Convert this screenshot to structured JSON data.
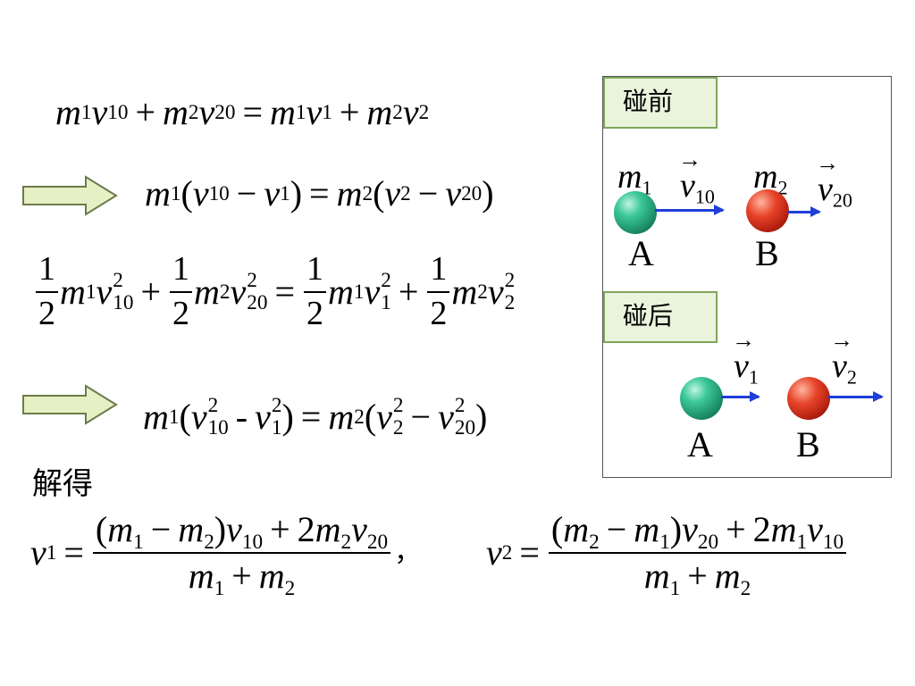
{
  "panel": {
    "before_label": "碰前",
    "after_label": "碰后",
    "ball_A": "A",
    "ball_B": "B",
    "m1": "m",
    "m1_sub": "1",
    "m2": "m",
    "m2_sub": "2",
    "v10": "v",
    "v10_sub": "10",
    "v20": "v",
    "v20_sub": "20",
    "v1": "v",
    "v1_sub": "1",
    "v2": "v",
    "v2_sub": "2"
  },
  "text": {
    "solve_label": "解得",
    "comma": "，"
  },
  "colors": {
    "ball_A": "#2bb585",
    "ball_B": "#d8321e",
    "velocity_arrow": "#1f3fd8",
    "tag_bg": "#eaf4dc",
    "tag_border": "#7fa65a",
    "block_arrow": "#e6f0c4"
  },
  "icons": [
    "right-block-arrow-icon",
    "green-ball-icon",
    "red-ball-icon",
    "velocity-arrow-icon"
  ]
}
